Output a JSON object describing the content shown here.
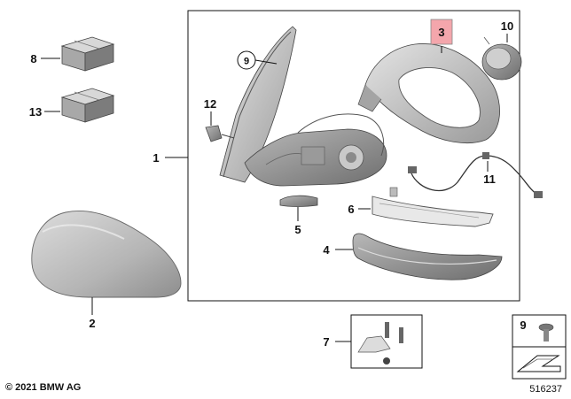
{
  "callouts": {
    "c1": "1",
    "c2": "2",
    "c3": "3",
    "c4": "4",
    "c5": "5",
    "c6": "6",
    "c7": "7",
    "c8": "8",
    "c9": "9",
    "c10": "10",
    "c11": "11",
    "c12": "12",
    "c13": "13",
    "c9_small": "9"
  },
  "highlight_color": "#f4a6ac",
  "footer": {
    "copyright": "© 2021 BMW AG",
    "doc_number": "516237"
  }
}
